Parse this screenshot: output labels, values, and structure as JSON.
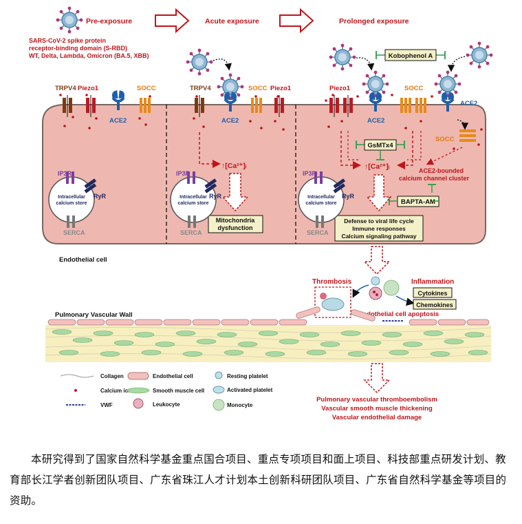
{
  "stages": {
    "pre": "Pre-exposure",
    "acute": "Acute exposure",
    "prolonged": "Prolonged exposure"
  },
  "srbd": {
    "line1": "SARS-CoV-2 spike protein",
    "line2": "receptor-binding domain (S-RBD)",
    "line3": "WT, Delta, Lambda, Omicron (BA.5, XBB)"
  },
  "channels": {
    "trpv4": "TRPV4",
    "piezo1": "Piezo1",
    "socc": "SOCC",
    "ace2": "ACE2"
  },
  "store": {
    "ip3r": "IP3R",
    "ryr": "RyR",
    "serca": "SERCA",
    "line1": "Intracellular",
    "line2": "calcium store"
  },
  "ca": "↑[Ca²⁺]ᵢ",
  "mito": {
    "line1": "Mitochondria",
    "line2": "dysfunction"
  },
  "defense": {
    "line1": "Defense to viral life cycle",
    "line2": "Immune responses",
    "line3": "Calcium signaling pathway"
  },
  "inhibitors": {
    "kobophenol": "Kobophenol A",
    "gsmtx4": "GsMTx4",
    "bapta": "BAPTA-AM"
  },
  "cluster": {
    "line1": "ACE2-bounded",
    "line2": "calcium channel cluster"
  },
  "endothelial_cell": "Endothelial cell",
  "thrombosis": "Thrombosis",
  "inflammation": "Inflammation",
  "cytokines": "Cytokines",
  "chemokines": "Chemokines",
  "apoptosis": "Endothelial cell apoptosis",
  "wall": "Pulmonary Vascular Wall",
  "legend": {
    "collagen": "Collagen",
    "endothelial": "Endothelial cell",
    "resting": "Resting platelet",
    "calcium": "Calcium ion",
    "smooth": "Smooth muscle cell",
    "activated": "Activated platelet",
    "vwf": "VWF",
    "leukocyte": "Leukocyte",
    "monocyte": "Monocyte"
  },
  "outcomes": {
    "line1": "Pulmonary vascular thromboembolism",
    "line2": "Vascular smooth muscle thickening",
    "line3": "Vascular endothelial damage"
  },
  "caption": "本研究得到了国家自然科学基金重点国合项目、重点专项项目和面上项目、科技部重点研发计划、教育部长江学者创新团队项目、广东省珠江人才计划本土创新科研团队项目、广东省自然科学基金等项目的资助。",
  "colors": {
    "cell": "#eeb8b0",
    "cell_border": "#7a6460",
    "red": "#c0141a",
    "ace2": "#1f5fa8",
    "socc": "#e07a10",
    "trp": "#7a3b12",
    "label_box": "#f4f0c8",
    "inhibitor": "#2e9a4a"
  }
}
